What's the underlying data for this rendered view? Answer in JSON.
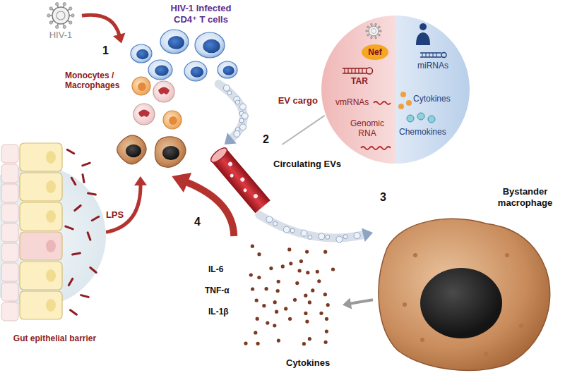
{
  "diagram": {
    "nodes": [
      {
        "text": [
          "HIV-1"
        ]
      },
      {
        "text": [
          "HIV-1 Infected CD4⁺ T cells"
        ]
      },
      {
        "text": [
          "Nef",
          "TAR",
          "vmRNAs",
          "Genomic RNA",
          "miRNAs",
          "Cytokines",
          "Chemokines"
        ]
      },
      {
        "text": [
          "Circulating EVs"
        ]
      },
      {
        "text": [
          "Bystander macrophage"
        ]
      },
      {
        "text": [
          "IL-6",
          "TNF-α",
          "IL-1β",
          "Cytokines"
        ]
      },
      {
        "text": [
          "Monocytes / Macrophages"
        ]
      },
      {
        "text": [
          "Gut epithelial barrier"
        ]
      }
    ],
    "edges": [
      {
        "from": 0,
        "to": 1,
        "arrow": "to"
      },
      {
        "from": 1,
        "to": 3,
        "arrow": "to"
      },
      {
        "from": 3,
        "to": 2,
        "arrow": "none"
      },
      {
        "from": 3,
        "to": 4,
        "arrow": "to"
      },
      {
        "from": 4,
        "to": 5,
        "arrow": "to"
      },
      {
        "from": 5,
        "to": 6,
        "arrow": "to"
      },
      {
        "from": 7,
        "to": 6,
        "label": "LPS",
        "arrow": "to"
      }
    ],
    "labels": [
      "1",
      "EV cargo",
      "2",
      "3",
      "4"
    ]
  }
}
